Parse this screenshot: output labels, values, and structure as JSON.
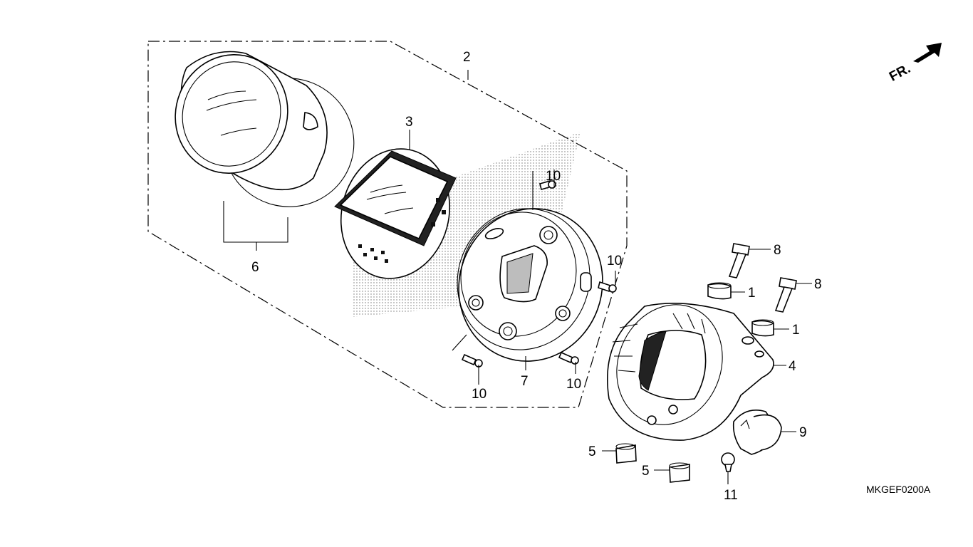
{
  "diagram": {
    "drawing_code": "MKGEF0200A",
    "direction_indicator": "FR.",
    "callouts": [
      {
        "id": "c2",
        "text": "2"
      },
      {
        "id": "c3",
        "text": "3"
      },
      {
        "id": "c6",
        "text": "6"
      },
      {
        "id": "c7",
        "text": "7"
      },
      {
        "id": "c10a",
        "text": "10"
      },
      {
        "id": "c10b",
        "text": "10"
      },
      {
        "id": "c10c",
        "text": "10"
      },
      {
        "id": "c10d",
        "text": "10"
      },
      {
        "id": "c8a",
        "text": "8"
      },
      {
        "id": "c8b",
        "text": "8"
      },
      {
        "id": "c1a",
        "text": "1"
      },
      {
        "id": "c1b",
        "text": "1"
      },
      {
        "id": "c4",
        "text": "4"
      },
      {
        "id": "c9",
        "text": "9"
      },
      {
        "id": "c5a",
        "text": "5"
      },
      {
        "id": "c5b",
        "text": "5"
      },
      {
        "id": "c11",
        "text": "11"
      }
    ]
  }
}
